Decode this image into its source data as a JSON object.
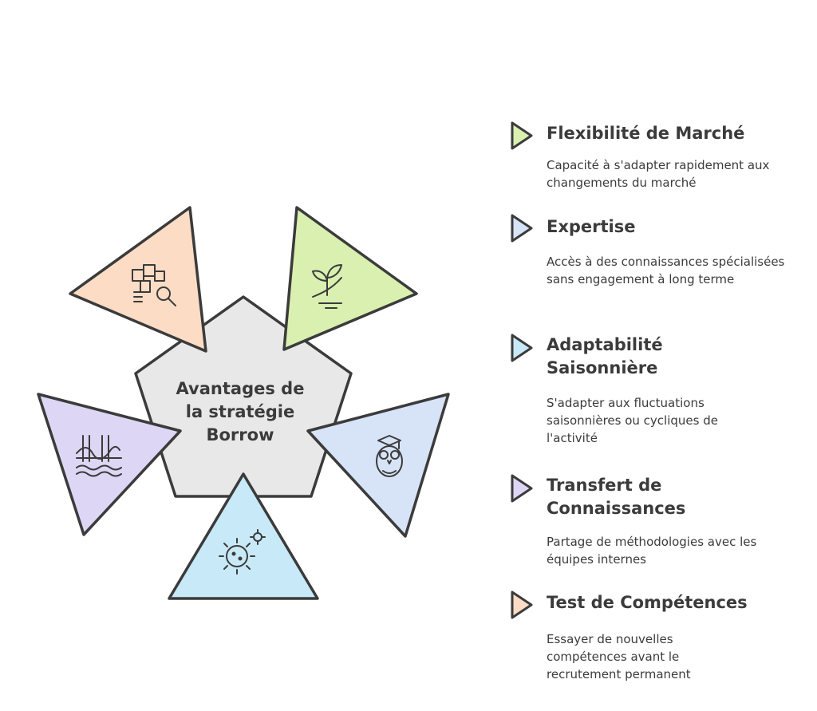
{
  "center": {
    "lines": [
      "Avantages de",
      "la stratégie",
      "Borrow"
    ]
  },
  "segments": [
    {
      "title": "Flexibilité de Marché",
      "description": "Capacité à s'adapter rapidement aux changements du marché",
      "color": "#d9f0b0",
      "icon": "plant-growth-icon"
    },
    {
      "title": "Expertise",
      "description": "Accès à des connaissances spécialisées sans engagement à long terme",
      "color": "#d7e3f7",
      "icon": "owl-graduate-icon"
    },
    {
      "title": "Adaptabilité Saisonnière",
      "description": "S'adapter aux fluctuations saisonnières ou cycliques de l'activité",
      "color": "#c8e9f7",
      "icon": "virus-cycle-icon"
    },
    {
      "title": "Transfert de Connaissances",
      "description": "Partage de méthodologies avec les équipes internes",
      "color": "#ddd7f5",
      "icon": "bridge-water-icon"
    },
    {
      "title": "Test de Compétences",
      "description": "Essayer de nouvelles compétences avant le recrutement permanent",
      "color": "#fcdcc4",
      "icon": "puzzle-magnifier-icon"
    }
  ],
  "colors": {
    "stroke": "#3b3b3b",
    "center_fill": "#e8e8e8"
  }
}
